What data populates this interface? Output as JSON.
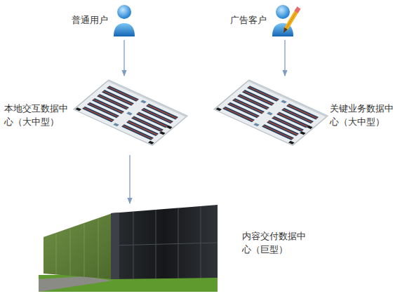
{
  "diagram": {
    "nodes": [
      {
        "text": [
          "普通用户"
        ]
      },
      {
        "text": [
          "广告客户"
        ]
      },
      {
        "text": [
          "本地交互数据中心（大中型）"
        ]
      },
      {
        "text": [
          "关键业务数据中心（大中型）"
        ]
      },
      {
        "text": [
          "内容交付数据中心（巨型）"
        ]
      }
    ],
    "edges": [
      {
        "from": 0,
        "to": 2,
        "arrow": "to"
      },
      {
        "from": 1,
        "to": 3,
        "arrow": "to"
      },
      {
        "from": 2,
        "to": 4,
        "arrow": "to"
      }
    ]
  }
}
